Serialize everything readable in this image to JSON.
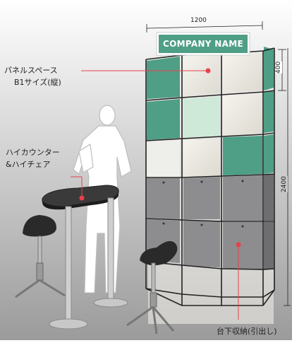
{
  "sign": {
    "text": "COMPANY NAME"
  },
  "dimensions": {
    "width": "1200",
    "panel_height": "400",
    "total_height": "2400"
  },
  "callouts": {
    "panel_space": [
      "パネルスペース",
      "B1サイズ(縦)"
    ],
    "counter": [
      "ハイカウンター",
      "&ハイチェア"
    ],
    "storage": "台下収納(引出し)"
  },
  "colors": {
    "accent": "#e8414b",
    "panel_green": "#4f9e86",
    "panel_light_green": "#cfe9d8",
    "drawer_gray": "#8d8d8f",
    "frame": "#222222"
  }
}
